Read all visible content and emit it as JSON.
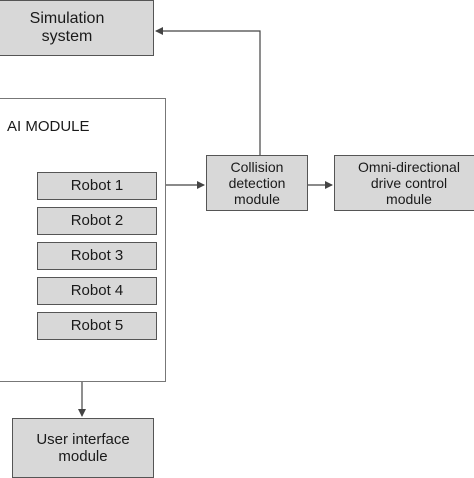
{
  "boxes": {
    "simulation": {
      "line1": "Simulation",
      "line2": "system"
    },
    "ai_module": {
      "title": "AI MODULE"
    },
    "robots": [
      "Robot 1",
      "Robot 2",
      "Robot 3",
      "Robot 4",
      "Robot 5"
    ],
    "collision": {
      "line1": "Collision",
      "line2": "detection",
      "line3": "module"
    },
    "omni": {
      "line1": "Omni-directional",
      "line2": "drive control",
      "line3": "module"
    },
    "user_interface": {
      "line1": "User interface",
      "line2": "module"
    }
  },
  "colors": {
    "box_fill": "#d8d8d8",
    "border": "#555555",
    "wire": "#444444"
  }
}
